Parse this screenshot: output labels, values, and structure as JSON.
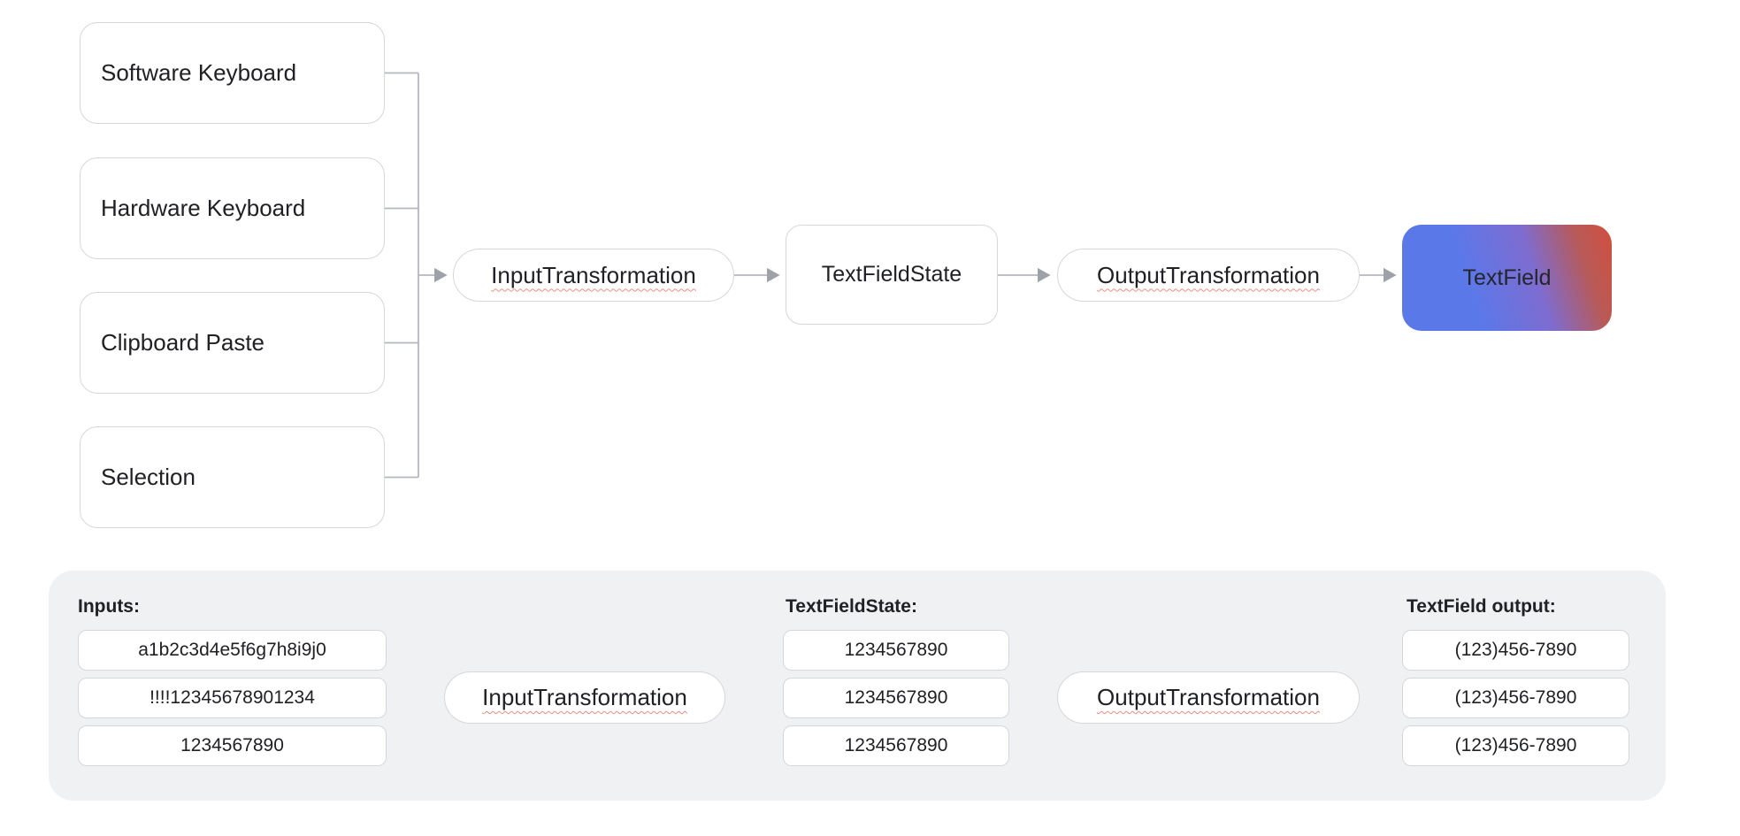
{
  "colors": {
    "text": "#202124",
    "box_border": "#d5d7db",
    "connector_line": "#b4b7bd",
    "arrowhead": "#9ea2a8",
    "squiggle_underline": "#e59086",
    "panel_background": "#f0f1f3",
    "textfield_gradient_start": "#5b78e9",
    "textfield_gradient_mid": "#7e6cd0",
    "textfield_gradient_end": "#d14f3c"
  },
  "top_flow": {
    "sources": [
      "Software Keyboard",
      "Hardware Keyboard",
      "Clipboard Paste",
      "Selection"
    ],
    "input_transformation": "InputTransformation",
    "text_field_state": "TextFieldState",
    "output_transformation": "OutputTransformation",
    "text_field": "TextField"
  },
  "bottom_panel": {
    "inputs_label": "Inputs:",
    "inputs": [
      "a1b2c3d4e5f6g7h8i9j0",
      "!!!!12345678901234",
      "1234567890"
    ],
    "input_transformation": "InputTransformation",
    "state_label": "TextFieldState:",
    "state_values": [
      "1234567890",
      "1234567890",
      "1234567890"
    ],
    "output_transformation": "OutputTransformation",
    "output_label": "TextField output:",
    "output_values": [
      "(123)456-7890",
      "(123)456-7890",
      "(123)456-7890"
    ]
  }
}
